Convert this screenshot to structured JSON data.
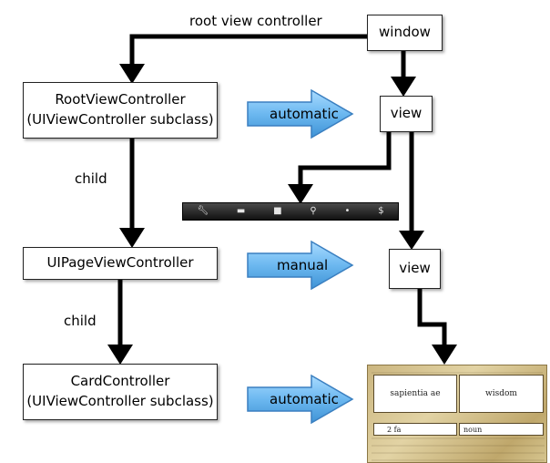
{
  "labels": {
    "root_view_controller": "root view controller",
    "child_1": "child",
    "child_2": "child"
  },
  "boxes": {
    "window": "window",
    "view_1": "view",
    "view_2": "view",
    "root_vc_line1": "RootViewController",
    "root_vc_line2": "(UIViewController subclass)",
    "page_vc": "UIPageViewController",
    "card_vc_line1": "CardController",
    "card_vc_line2": "(UIViewController subclass)"
  },
  "arrows": {
    "automatic_1": "automatic",
    "manual": "manual",
    "automatic_2": "automatic"
  },
  "toolbar": {
    "icons": [
      "wrench-icon",
      "speech-bubble-icon",
      "folder-icon",
      "magnifier-icon",
      "lightbulb-icon",
      "help-icon"
    ]
  },
  "card": {
    "term": "sapientia ae",
    "definition": "wisdom",
    "declension": "2 fa",
    "part_of_speech": "noun"
  },
  "colors": {
    "arrow_fill": "#6cb8f0",
    "arrow_stroke": "#3a7fc0",
    "line": "#000000"
  }
}
